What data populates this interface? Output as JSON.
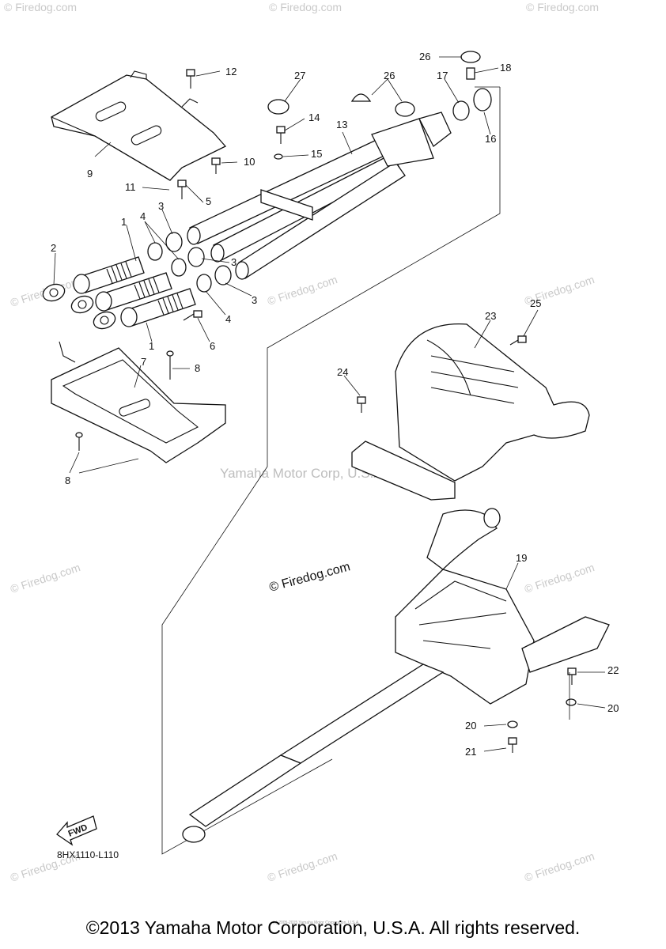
{
  "diagram": {
    "diagram_code": "8HX1110-L110",
    "fwd_label": "FWD",
    "center_watermark": "Yamaha Motor Corp, U.S.A.",
    "firedog_watermark": "© Firedog.com",
    "tiny_copyright": "(c) 2005-2015 Yamaha Motor Corporation, U.S.A.",
    "footer": "©2013 Yamaha Motor Corporation, U.S.A. All rights reserved.",
    "callouts": [
      "1",
      "2",
      "3",
      "4",
      "5",
      "6",
      "7",
      "8",
      "9",
      "10",
      "11",
      "12",
      "13",
      "14",
      "15",
      "16",
      "17",
      "18",
      "19",
      "20",
      "21",
      "22",
      "23",
      "24",
      "25",
      "26",
      "27"
    ]
  }
}
